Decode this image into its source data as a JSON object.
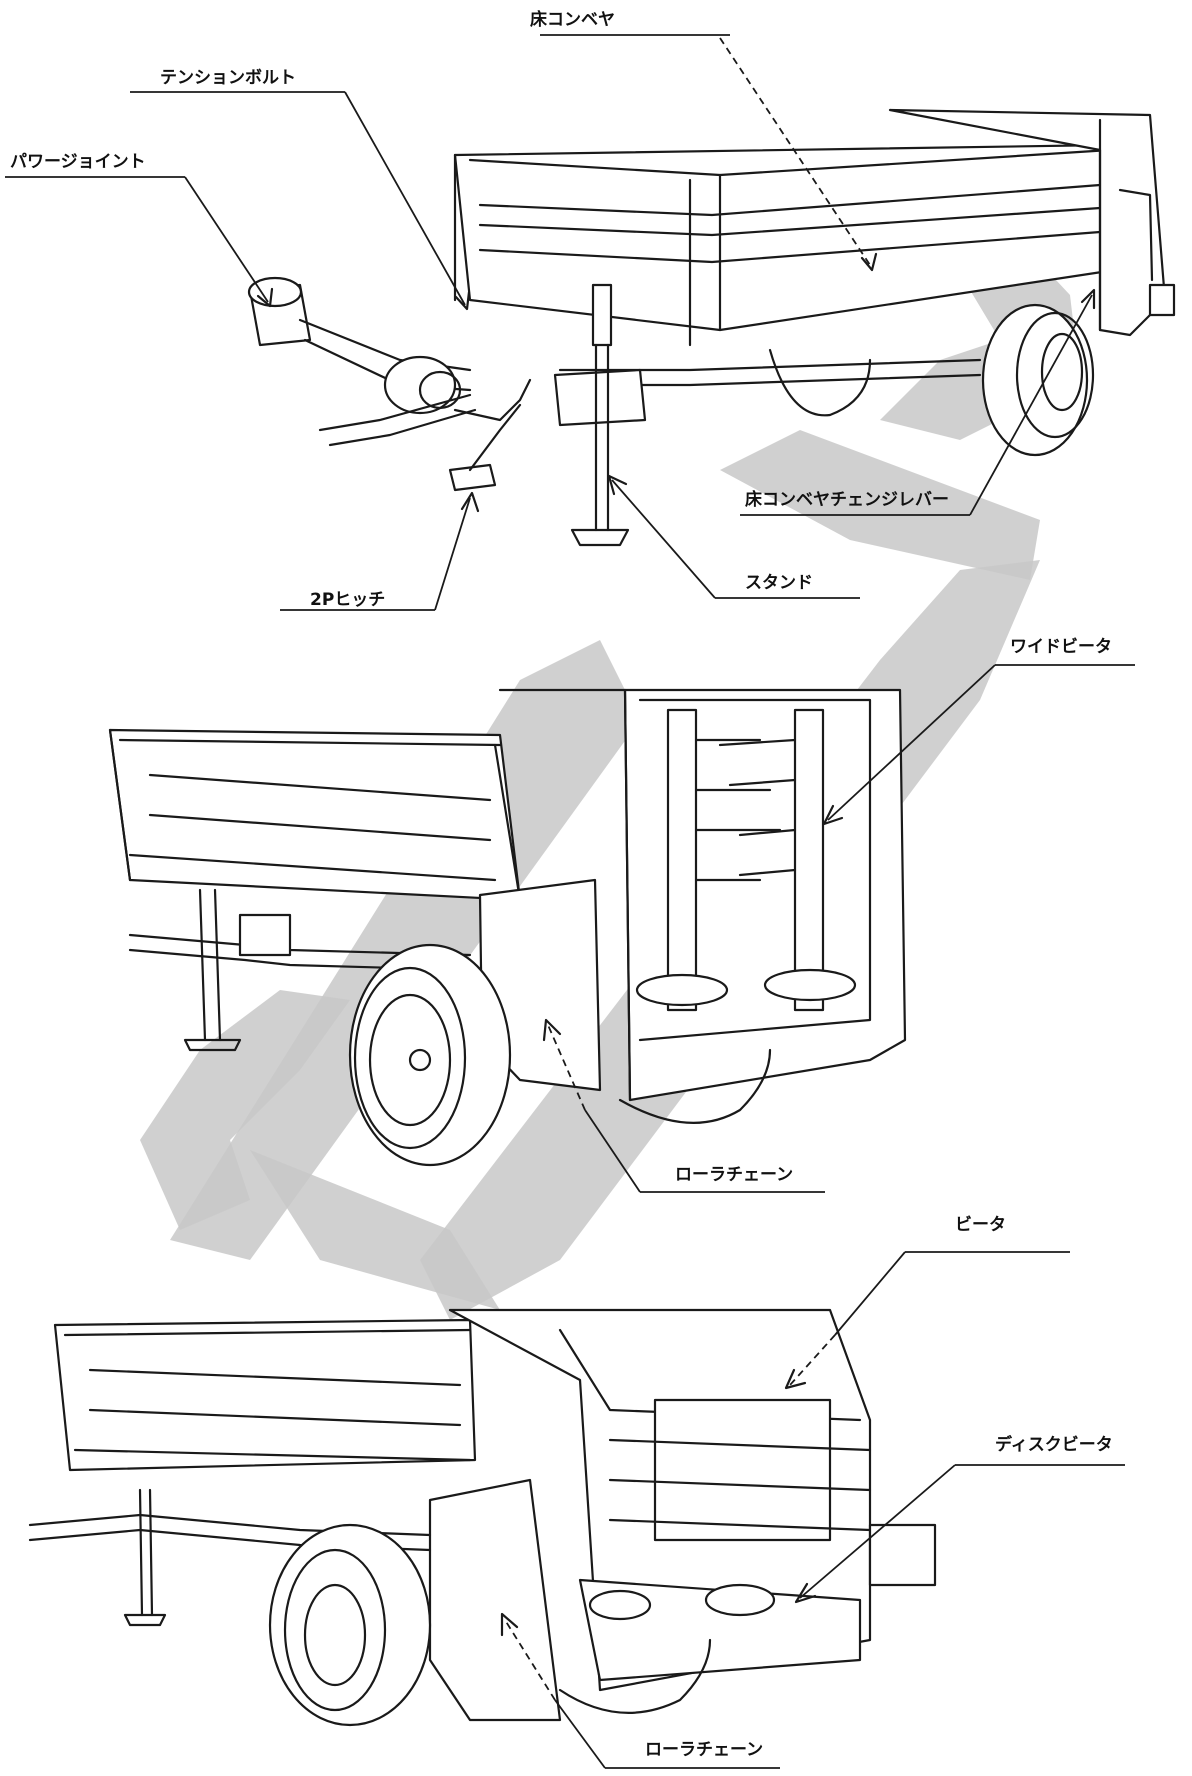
{
  "labels": {
    "floor_conveyor": "床コンベヤ",
    "tension_bolt": "テンションボルト",
    "power_joint": "パワージョイント",
    "floor_conveyor_change_lever": "床コンベヤチェンジレバー",
    "stand": "スタンド",
    "two_p_hitch": "2Pヒッチ",
    "wide_beater": "ワイドビータ",
    "roller_chain_1": "ローラチェーン",
    "beater": "ビータ",
    "disc_beater": "ディスクビータ",
    "roller_chain_2": "ローラチェーン"
  },
  "colors": {
    "ink": "#1a1a1a",
    "watermark": "#c8c8c8",
    "background": "#ffffff"
  }
}
